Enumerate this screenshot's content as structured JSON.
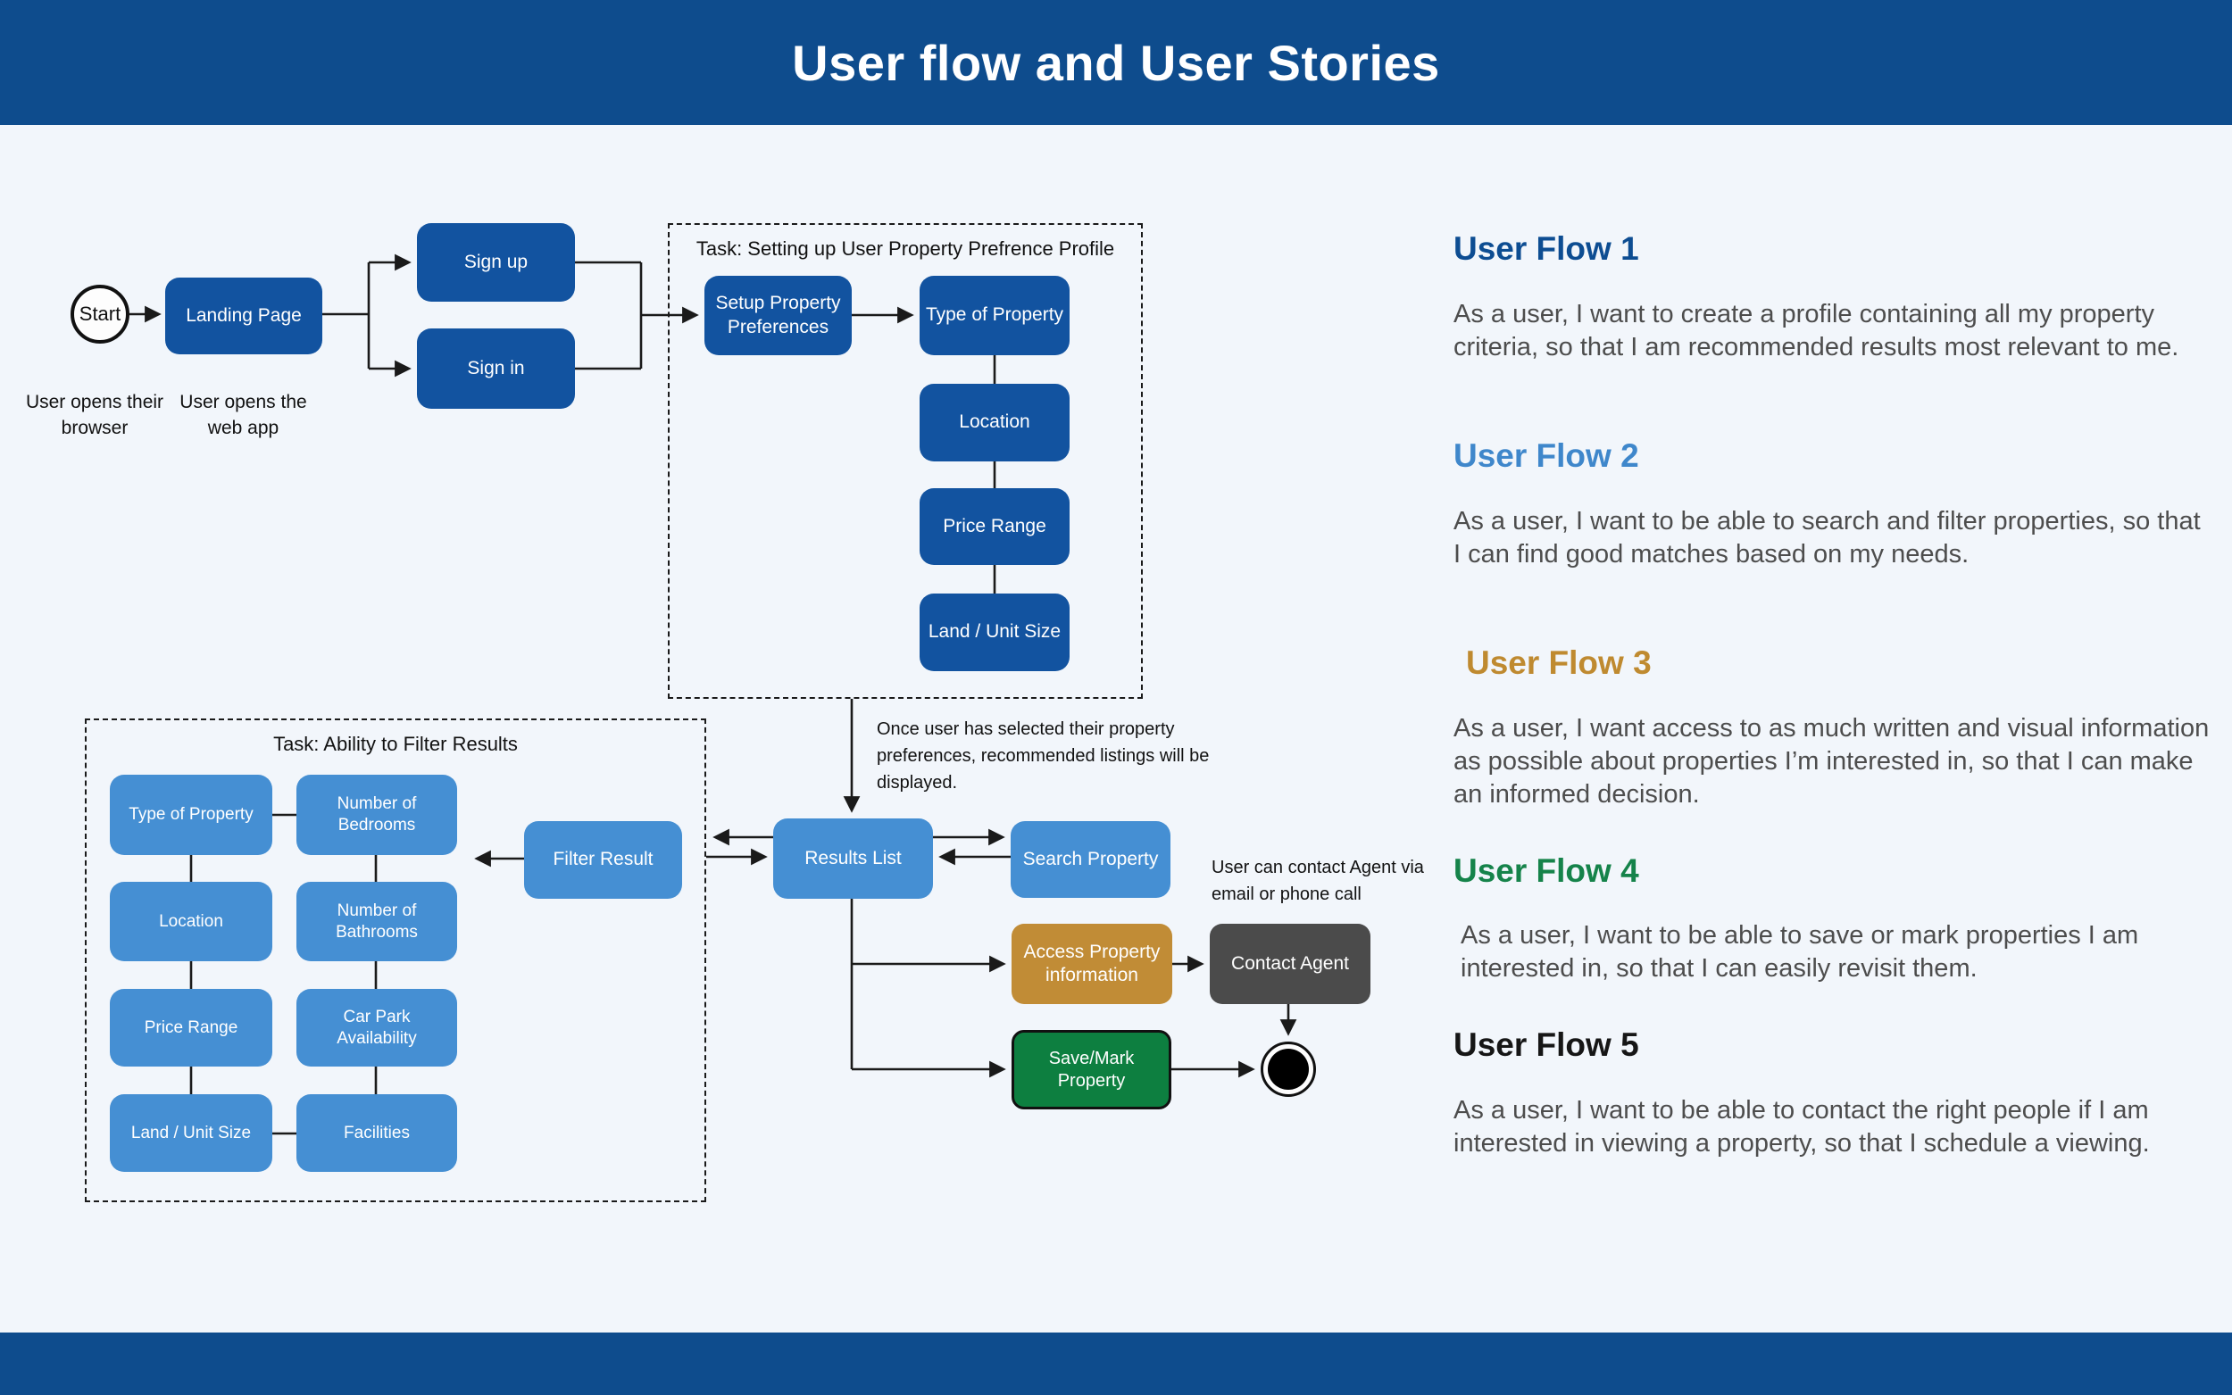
{
  "header": {
    "title": "User flow and User Stories"
  },
  "diagram": {
    "start_label": "Start",
    "captions": {
      "browser": "User opens their browser",
      "webapp": "User opens the web app"
    },
    "nodes": {
      "landing": "Landing Page",
      "signup": "Sign up",
      "signin": "Sign in",
      "setup": "Setup Property Preferences",
      "type_of_property": "Type of Property",
      "location": "Location",
      "price_range": "Price Range",
      "land_unit_size": "Land / Unit Size",
      "filter_result": "Filter Result",
      "results_list": "Results List",
      "search_property": "Search Property",
      "access_info": "Access Property information",
      "contact_agent": "Contact Agent",
      "save_mark": "Save/Mark Property"
    },
    "task1": {
      "label": "Task: Setting up User Property Prefrence Profile"
    },
    "task2": {
      "label": "Task: Ability to Filter Results",
      "filters": [
        "Type of Property",
        "Number of Bedrooms",
        "Location",
        "Number of Bathrooms",
        "Price Range",
        "Car Park Availability",
        "Land / Unit Size",
        "Facilities"
      ]
    },
    "notes": {
      "recommend": "Once user has selected their property preferences, recommended listings will be displayed.",
      "contact": "User can contact Agent via email or phone call"
    }
  },
  "stories": [
    {
      "heading": "User Flow 1",
      "color": "#0d4d92",
      "text": "As a user, I want to create a profile containing all my property criteria, so that I am recommended results most relevant to me."
    },
    {
      "heading": "User Flow 2",
      "color": "#3f87cb",
      "text": "As a user, I want to be able to search and filter properties, so that I can find good matches based on my needs."
    },
    {
      "heading": "User Flow 3",
      "color": "#bf8a30",
      "text": "As a user, I want access to as much written and visual information as possible about properties I’m interested in, so that I can make an informed decision."
    },
    {
      "heading": "User Flow 4",
      "color": "#15834a",
      "text": "As a user, I want to be able to save or mark properties I am interested in, so that I can easily revisit them."
    },
    {
      "heading": "User Flow 5",
      "color": "#161616",
      "text": "As a user, I want to be able to contact the right people if I am interested in viewing a property, so that I schedule a viewing."
    }
  ],
  "colors": {
    "banner": "#0e4c8d",
    "node_dark_blue": "#1253a0",
    "node_light_blue": "#458fd3",
    "node_gold": "#c18c36",
    "node_gray": "#4b4b4b",
    "node_green": "#0d7f40",
    "background": "#f2f6fb"
  }
}
